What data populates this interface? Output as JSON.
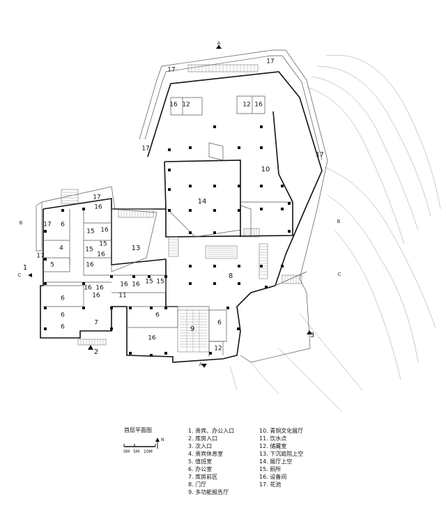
{
  "room_labels": {
    "r1": "1",
    "r2": "2",
    "r3": "3",
    "r4": "4",
    "r5": "5",
    "r6": "6",
    "r7": "7",
    "r8": "8",
    "r9": "9",
    "r10": "10",
    "r11": "11",
    "r12": "12",
    "r13": "13",
    "r14": "14",
    "r15": "15",
    "r16": "16",
    "r17": "17"
  },
  "section_markers": {
    "a": "A",
    "b": "B",
    "c": "C"
  },
  "plan_title": "首层平面图",
  "scale": {
    "labels": [
      "0M",
      "5M",
      "10M"
    ],
    "north": "N"
  },
  "legend_left": [
    "1. 贵宾、办公入口",
    "2. 库房入口",
    "3. 次入口",
    "4. 贵宾休息室",
    "5. 值班室",
    "6. 办公室",
    "7. 库房前区",
    "8. 门厅",
    "9. 多功能报告厅"
  ],
  "legend_right": [
    "10. 青铜文化展厅",
    "11. 饮水点",
    "12. 储藏室",
    "13. 下沉庭院上空",
    "14. 展厅上空",
    "15. 厕所",
    "16. 设备间",
    "17. 花池"
  ]
}
